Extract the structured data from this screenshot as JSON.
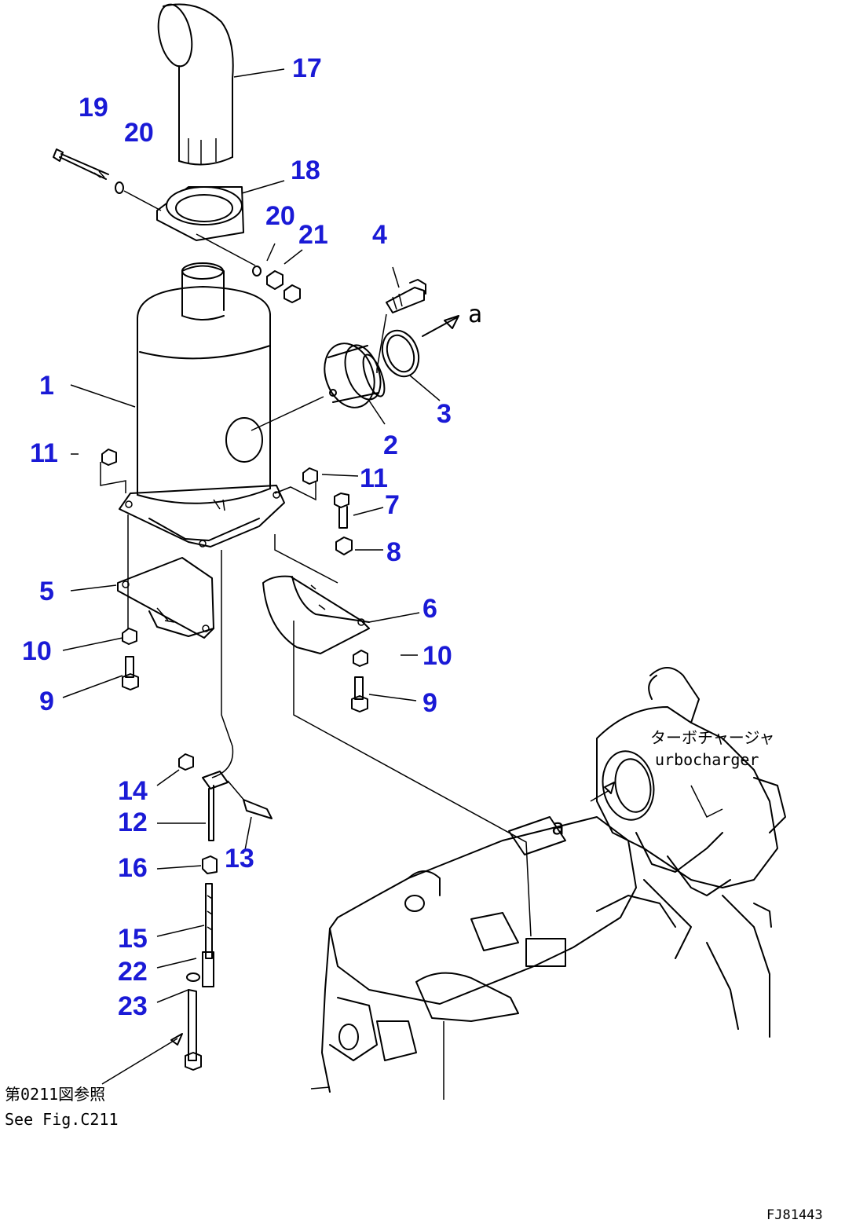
{
  "diagram": {
    "callouts": [
      {
        "key": "c17",
        "text": "17"
      },
      {
        "key": "c19",
        "text": "19"
      },
      {
        "key": "c20a",
        "text": "20"
      },
      {
        "key": "c18",
        "text": "18"
      },
      {
        "key": "c20b",
        "text": "20"
      },
      {
        "key": "c21",
        "text": "21"
      },
      {
        "key": "c4",
        "text": "4"
      },
      {
        "key": "c1",
        "text": "1"
      },
      {
        "key": "c3",
        "text": "3"
      },
      {
        "key": "c2",
        "text": "2"
      },
      {
        "key": "c11a",
        "text": "11"
      },
      {
        "key": "c11b",
        "text": "11"
      },
      {
        "key": "c7",
        "text": "7"
      },
      {
        "key": "c8",
        "text": "8"
      },
      {
        "key": "c5",
        "text": "5"
      },
      {
        "key": "c6",
        "text": "6"
      },
      {
        "key": "c10a",
        "text": "10"
      },
      {
        "key": "c10b",
        "text": "10"
      },
      {
        "key": "c9a",
        "text": "9"
      },
      {
        "key": "c9b",
        "text": "9"
      },
      {
        "key": "c14",
        "text": "14"
      },
      {
        "key": "c12",
        "text": "12"
      },
      {
        "key": "c13",
        "text": "13"
      },
      {
        "key": "c16",
        "text": "16"
      },
      {
        "key": "c15",
        "text": "15"
      },
      {
        "key": "c22",
        "text": "22"
      },
      {
        "key": "c23",
        "text": "23"
      }
    ],
    "view_arrow_label": "a",
    "turbo_view_label": "a",
    "turbocharger_jp": "ターボチャージャ",
    "turbocharger_en": "urbocharger",
    "see_fig_jp": "第0211図参照",
    "see_fig_en": "See Fig.C211",
    "figure_code": "FJ81443"
  },
  "colors": {
    "callout": "#1a1ad6",
    "line": "#000000",
    "background": "#ffffff"
  }
}
